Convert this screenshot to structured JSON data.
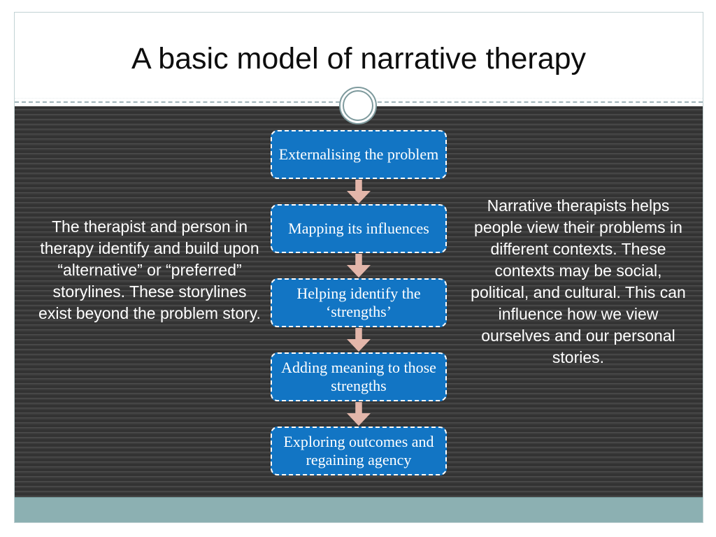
{
  "slide": {
    "title": "A basic model of narrative therapy",
    "colors": {
      "box_fill": "#1275c4",
      "arrow": "#e3b6aa",
      "footer_band": "#8cb0b2",
      "background_stripes": "#3a3a3a",
      "ring_stroke": "#7e9a9d",
      "title_text": "#0d0d0d",
      "body_text": "#ffffff"
    }
  },
  "left_panel": {
    "text": "The therapist and person in therapy identify and build upon “alternative” or “preferred” storylines. These storylines exist beyond the problem story."
  },
  "right_panel": {
    "text": "Narrative therapists helps people view their problems in different contexts. These contexts may be social, political, and cultural. This can influence how we view ourselves and our personal stories."
  },
  "flow": {
    "steps": [
      {
        "label": "Externalising the problem"
      },
      {
        "label": "Mapping its influences"
      },
      {
        "label": "Helping identify the ‘strengths’"
      },
      {
        "label": "Adding meaning to those strengths"
      },
      {
        "label": "Exploring outcomes and regaining agency"
      }
    ],
    "arrow_icon": "arrow-down-icon",
    "arrow_count": 4
  },
  "decoration": {
    "ring_icon": "double-circle-icon"
  }
}
